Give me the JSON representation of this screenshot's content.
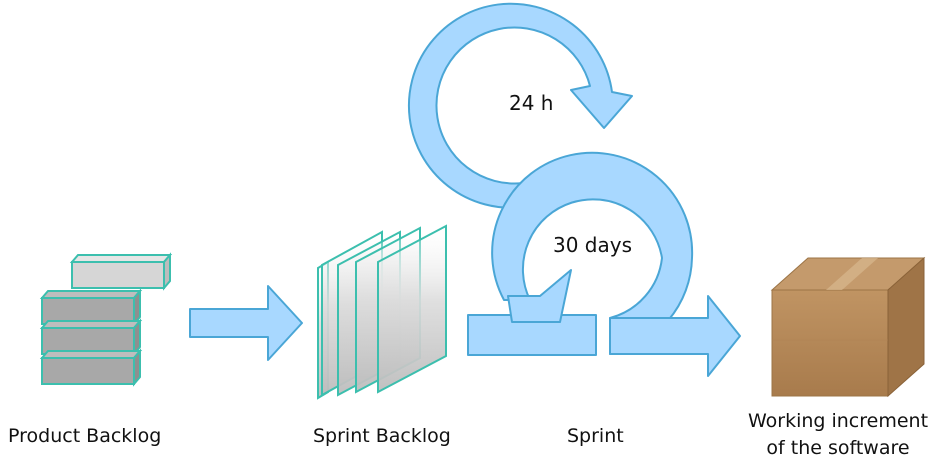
{
  "stages": {
    "product_backlog": "Product Backlog",
    "sprint_backlog": "Sprint Backlog",
    "sprint": "Sprint",
    "increment_line1": "Working increment",
    "increment_line2": "of the software"
  },
  "loops": {
    "daily": "24 h",
    "sprint": "30 days"
  },
  "colors": {
    "arrow_fill": "#a8d8ff",
    "arrow_stroke": "#4aa6d6",
    "backlog_fill": "#b8b8b8",
    "backlog_edge": "#3cbfae",
    "sheet_edge": "#3cbfae",
    "box": "#b5895a"
  }
}
